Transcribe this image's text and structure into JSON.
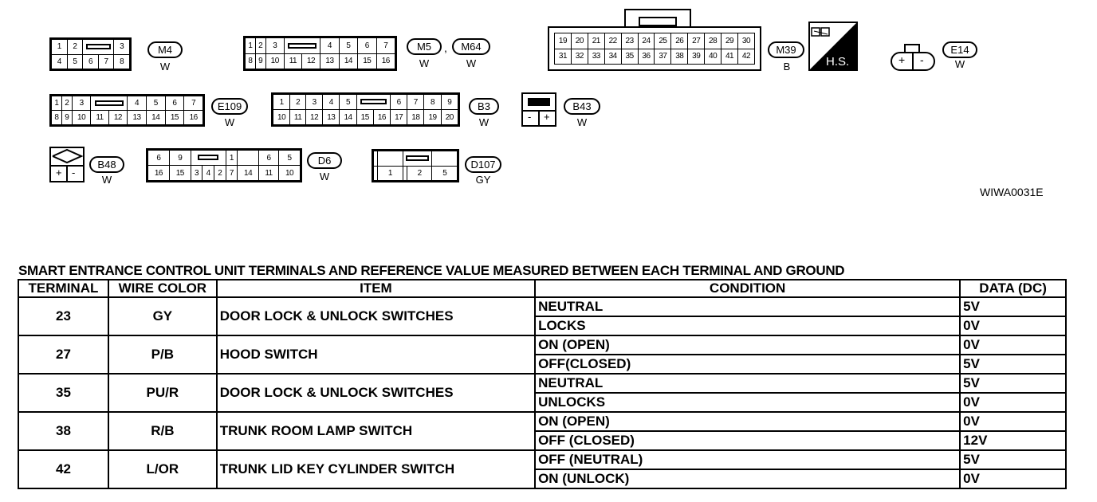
{
  "connectors": {
    "m4": {
      "rows": [
        [
          "1",
          "2",
          "",
          "3"
        ],
        [
          "4",
          "5",
          "6",
          "7",
          "8"
        ]
      ],
      "label": "M4",
      "wire": "W"
    },
    "m5": {
      "rows": [
        [
          "1",
          "2",
          "3",
          "",
          "4",
          "5",
          "6",
          "7"
        ],
        [
          "8",
          "9",
          "10",
          "11",
          "12",
          "13",
          "14",
          "15",
          "16"
        ]
      ],
      "label": "M5",
      "sep": ",",
      "label2": "M64",
      "wire": "W",
      "wire2": "W"
    },
    "m39": {
      "rows": [
        [
          "19",
          "20",
          "21",
          "22",
          "23",
          "24",
          "25",
          "26",
          "27",
          "28",
          "29",
          "30"
        ],
        [
          "31",
          "32",
          "33",
          "34",
          "35",
          "36",
          "37",
          "38",
          "39",
          "40",
          "41",
          "42"
        ]
      ],
      "label": "M39",
      "wire": "B"
    },
    "hs": {
      "text": "H.S."
    },
    "e14": {
      "plus": "+",
      "minus": "-",
      "label": "E14",
      "wire": "W"
    },
    "e109": {
      "rows": [
        [
          "1",
          "2",
          "3",
          "",
          "4",
          "5",
          "6",
          "7"
        ],
        [
          "8",
          "9",
          "10",
          "11",
          "12",
          "13",
          "14",
          "15",
          "16"
        ]
      ],
      "label": "E109",
      "wire": "W"
    },
    "b3": {
      "rows": [
        [
          "1",
          "2",
          "3",
          "4",
          "5",
          "",
          "6",
          "7",
          "8",
          "9"
        ],
        [
          "10",
          "11",
          "12",
          "13",
          "14",
          "15",
          "16",
          "17",
          "18",
          "19",
          "20"
        ]
      ],
      "label": "B3",
      "wire": "W"
    },
    "b43": {
      "minus": "-",
      "plus": "+",
      "label": "B43",
      "wire": "W"
    },
    "b48": {
      "plus": "+",
      "minus": "-",
      "label": "B48",
      "wire": "W"
    },
    "d6": {
      "rows": [
        [
          "6",
          "9",
          "",
          "1",
          "",
          "6",
          "5"
        ],
        [
          "16",
          "15",
          "3",
          "4",
          "2",
          "7",
          "14",
          "11",
          "10"
        ]
      ],
      "label": "D6",
      "wire": "W"
    },
    "d107": {
      "rows": [
        [
          "",
          "",
          "",
          "",
          ""
        ],
        [
          "",
          "1",
          "",
          "2",
          "5"
        ]
      ],
      "label": "D107",
      "wire": "GY"
    }
  },
  "figure_id": "WIWA0031E",
  "table": {
    "title": "SMART ENTRANCE CONTROL UNIT TERMINALS AND REFERENCE VALUE MEASURED BETWEEN EACH TERMINAL AND GROUND",
    "headers": [
      "TERMINAL",
      "WIRE COLOR",
      "ITEM",
      "CONDITION",
      "DATA (DC)"
    ],
    "rows": [
      {
        "terminal": "23",
        "wire": "GY",
        "item": "DOOR LOCK & UNLOCK SWITCHES",
        "conditions": [
          {
            "cond": "NEUTRAL",
            "data": "5V"
          },
          {
            "cond": "LOCKS",
            "data": "0V"
          }
        ]
      },
      {
        "terminal": "27",
        "wire": "P/B",
        "item": "HOOD SWITCH",
        "conditions": [
          {
            "cond": "ON (OPEN)",
            "data": "0V"
          },
          {
            "cond": "OFF(CLOSED)",
            "data": "5V"
          }
        ]
      },
      {
        "terminal": "35",
        "wire": "PU/R",
        "item": "DOOR LOCK & UNLOCK SWITCHES",
        "conditions": [
          {
            "cond": "NEUTRAL",
            "data": "5V"
          },
          {
            "cond": "UNLOCKS",
            "data": "0V"
          }
        ]
      },
      {
        "terminal": "38",
        "wire": "R/B",
        "item": "TRUNK ROOM LAMP SWITCH",
        "conditions": [
          {
            "cond": "ON (OPEN)",
            "data": "0V"
          },
          {
            "cond": "OFF (CLOSED)",
            "data": "12V"
          }
        ]
      },
      {
        "terminal": "42",
        "wire": "L/OR",
        "item": "TRUNK LID KEY CYLINDER SWITCH",
        "conditions": [
          {
            "cond": "OFF (NEUTRAL)",
            "data": "5V"
          },
          {
            "cond": "ON (UNLOCK)",
            "data": "0V"
          }
        ]
      }
    ]
  }
}
